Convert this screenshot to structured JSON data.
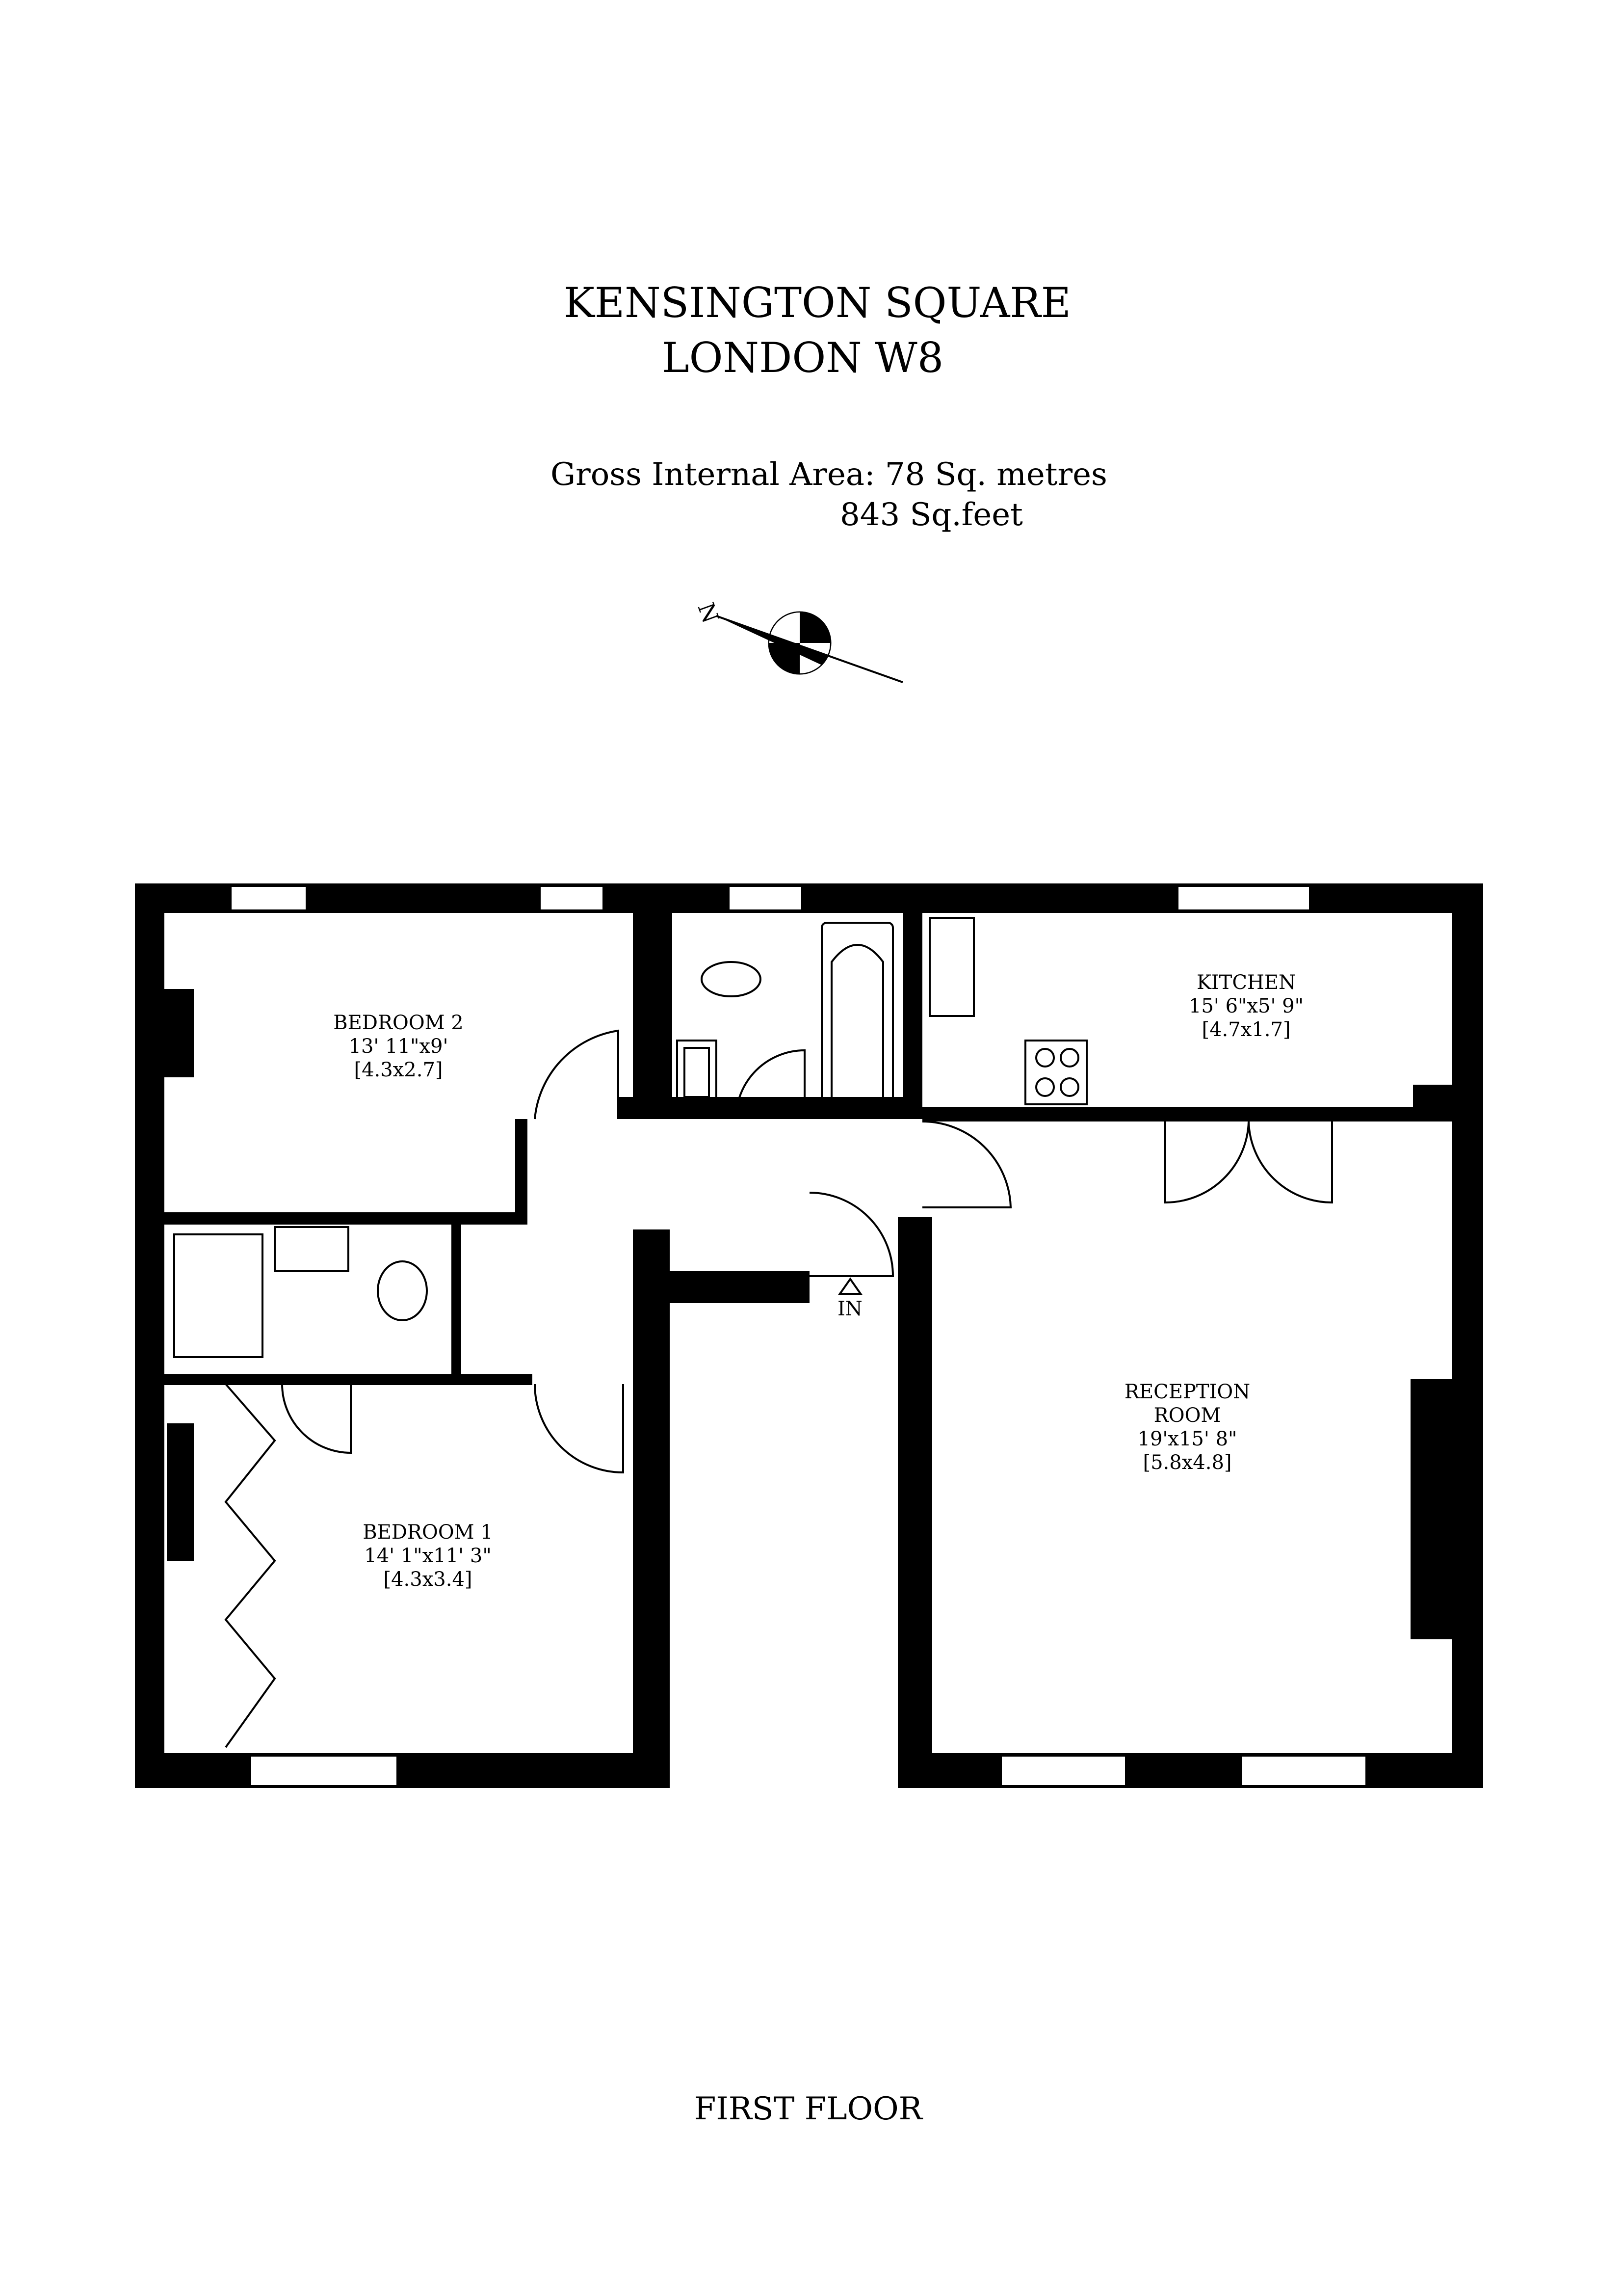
{
  "header": {
    "title_line1": "KENSINGTON SQUARE",
    "title_line2": "LONDON W8",
    "area_line1": "Gross Internal Area: 78 Sq. metres",
    "area_line2": "843 Sq.feet"
  },
  "compass": {
    "letter": "N"
  },
  "rooms": [
    {
      "name": "BEDROOM 2",
      "dims": "13' 11\"x9'",
      "metric": "[4.3x2.7]"
    },
    {
      "name": "KITCHEN",
      "dims": "15' 6\"x5' 9\"",
      "metric": "[4.7x1.7]"
    },
    {
      "name": "RECEPTION",
      "name2": "ROOM",
      "dims": "19'x15' 8\"",
      "metric": "[5.8x4.8]"
    },
    {
      "name": "BEDROOM 1",
      "dims": "14' 1\"x11' 3\"",
      "metric": "[4.3x3.4]"
    }
  ],
  "entrance": "IN",
  "footer": {
    "floor": "FIRST FLOOR"
  }
}
